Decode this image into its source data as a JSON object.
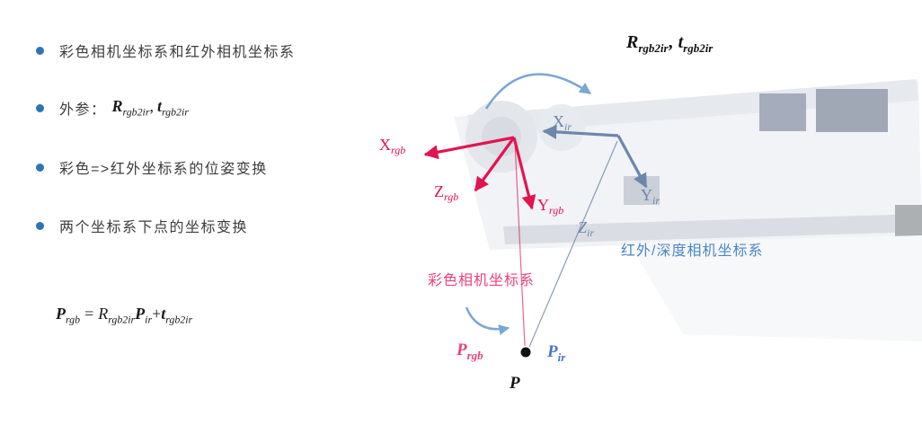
{
  "bullets": {
    "item1": "彩色相机坐标系和红外相机坐标系",
    "item2": {
      "prefix": "外参：",
      "R": "R",
      "R_sub": "rgb2ir",
      "comma": ",",
      "t": "t",
      "t_sub": "rgb2ir"
    },
    "item3": "彩色=>红外坐标系的位姿变换",
    "item4": "两个坐标系下点的坐标变换"
  },
  "formula": {
    "P_lhs": "P",
    "P_lhs_sub": "rgb",
    "equals": "=",
    "R": "R",
    "R_sub": "rgb2ir",
    "P_rhs": "P",
    "P_rhs_sub": "ir",
    "plus": "+",
    "t": "t",
    "t_sub": "rgb2ir"
  },
  "diagram": {
    "extrinsics": {
      "R": "R",
      "R_sub": "rgb2ir",
      "comma": ",",
      "t": "t",
      "t_sub": "rgb2ir"
    },
    "axes": {
      "x_rgb": {
        "main": "X",
        "sub": "rgb"
      },
      "y_rgb": {
        "main": "Y",
        "sub": "rgb"
      },
      "z_rgb": {
        "main": "Z",
        "sub": "rgb"
      },
      "x_ir": {
        "main": "X",
        "sub": "ir"
      },
      "y_ir": {
        "main": "Y",
        "sub": "ir"
      },
      "z_ir": {
        "main": "Z",
        "sub": "ir"
      }
    },
    "captions": {
      "ir_system": "红外/深度相机坐标系",
      "rgb_system": "彩色相机坐标系"
    },
    "points": {
      "p_rgb": {
        "main": "P",
        "sub": "rgb"
      },
      "p_ir": {
        "main": "P",
        "sub": "ir"
      },
      "p": "P"
    },
    "colors": {
      "bullet": "#2e74b5",
      "rgb_axis": "#e3134f",
      "ir_axis": "#6b87ab",
      "curve_arrow": "#7aa7d4",
      "caption_ir": "#4a86c8",
      "caption_rgb": "#ef3f7b",
      "point_rgb": "#e8417c",
      "point_ir": "#4a74c9",
      "text": "#3d3d3d"
    }
  }
}
